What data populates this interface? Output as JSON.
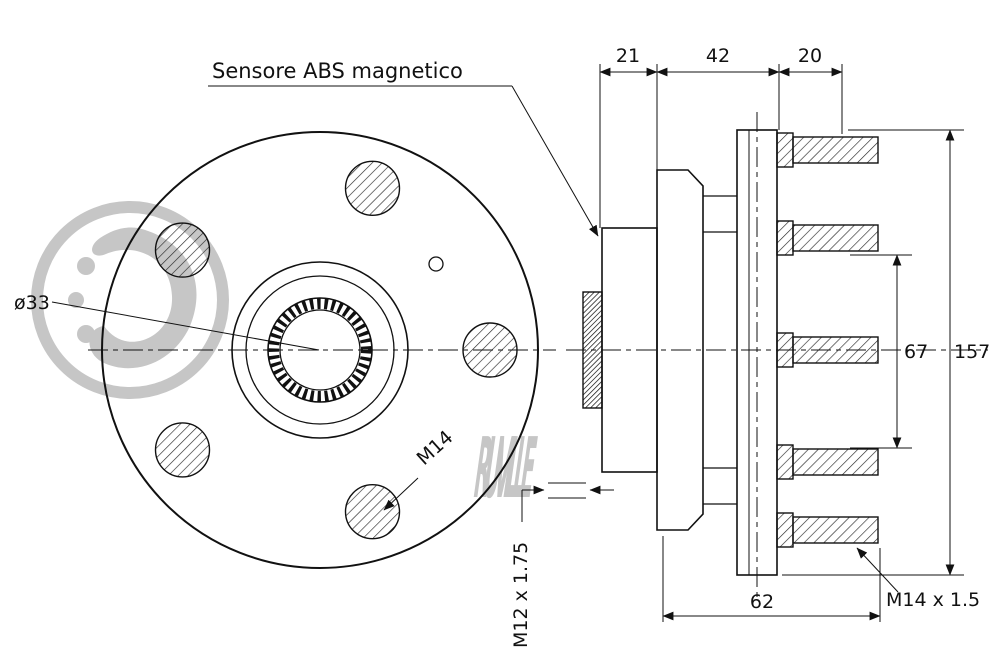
{
  "watermark": {
    "brand": "RUVILLE"
  },
  "labels": {
    "abs_sensor": "Sensore ABS magnetico",
    "bore": "ø33",
    "front_thread": "M14",
    "small_thread": "M12 x 1.75",
    "stud_thread": "M14 x 1.5"
  },
  "dimensions": {
    "top_left": "21",
    "top_middle": "42",
    "top_right": "20",
    "inner_height": "67",
    "total_height": "157",
    "bottom_width": "62"
  },
  "colors": {
    "line": "#111111",
    "watermark": "#c6c6c6",
    "background": "#ffffff"
  }
}
